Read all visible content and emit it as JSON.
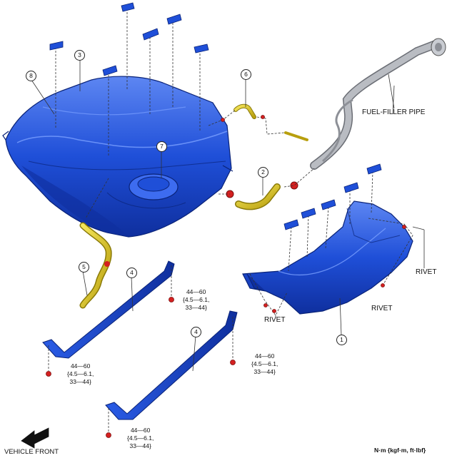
{
  "labels": {
    "fuel_filler_pipe": "FUEL-FILLER PIPE",
    "rivet_right": "RIVET",
    "rivet_middle": "RIVET",
    "rivet_left": "RIVET",
    "vehicle_front": "VEHICLE FRONT",
    "units": "N·m {kgf·m, ft·lbf}"
  },
  "callouts": [
    "1",
    "2",
    "3",
    "4",
    "4",
    "5",
    "6",
    "7",
    "8"
  ],
  "torque_spec": {
    "line1": "44—60",
    "line2": "{4.5—6.1,",
    "line3": "33—44}"
  },
  "colors": {
    "part_blue": "#1f4fd8",
    "part_blue_dark": "#0f2f9e",
    "part_blue_light": "#5d86f2",
    "hose_yellow": "#e6d21c",
    "pipe_grey": "#b9bcc2",
    "fastener_red": "#d42020"
  }
}
